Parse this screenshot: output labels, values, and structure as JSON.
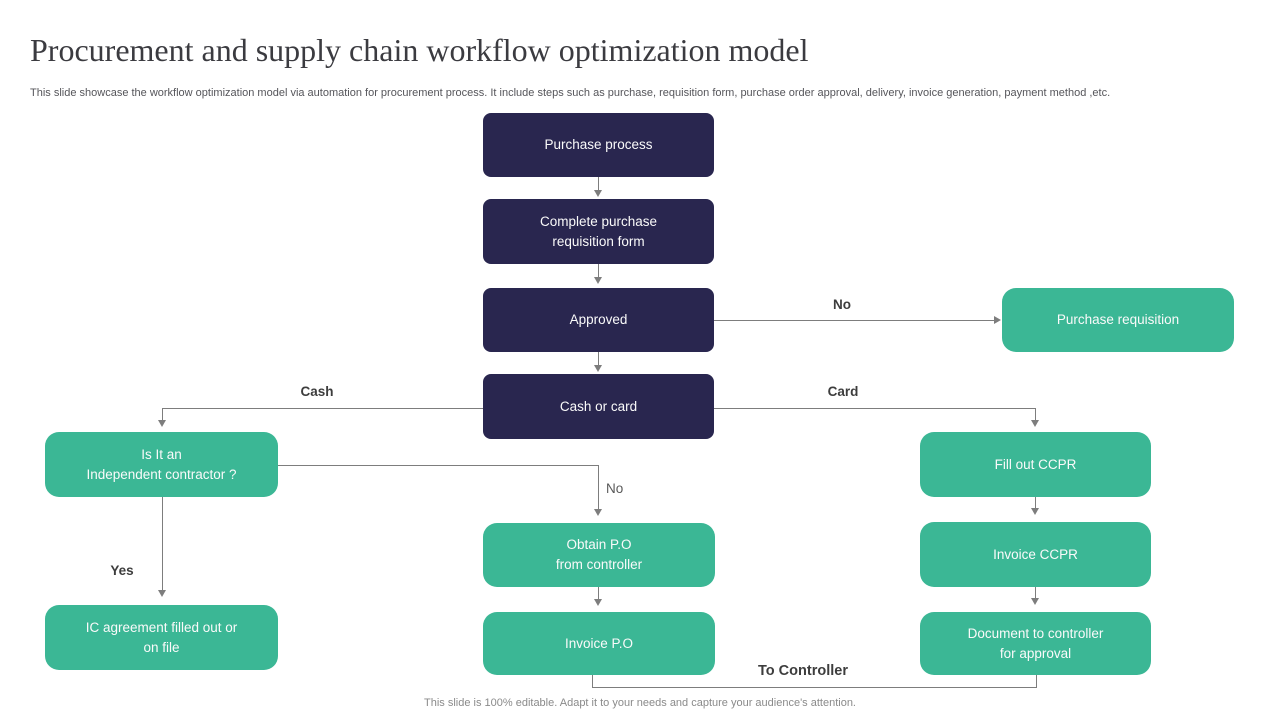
{
  "slide": {
    "title": "Procurement and supply chain workflow optimization model",
    "subtitle": "This slide showcase the workflow optimization model via automation for procurement process. It include steps such as purchase, requisition form, purchase order approval, delivery, invoice generation, payment method ,etc.",
    "footer": "This slide is 100% editable. Adapt it to your needs and capture your audience's attention."
  },
  "flowchart": {
    "colors": {
      "decision_box": "#29264F",
      "action_box": "#3BB795",
      "connector": "#7D7D7D",
      "edge_label": "#3D3D3D"
    },
    "nodes": {
      "purchase_process": {
        "label": "Purchase process"
      },
      "complete_purchase": {
        "line1": "Complete purchase",
        "line2": "requisition form"
      },
      "approved": {
        "label": "Approved"
      },
      "purchase_requisition": {
        "label": "Purchase requisition"
      },
      "cash_or_card": {
        "label": "Cash or card"
      },
      "independent_contractor": {
        "line1": "Is It an",
        "line2": "Independent contractor ?"
      },
      "fill_out_ccpr": {
        "label": "Fill out CCPR"
      },
      "obtain_po": {
        "line1": "Obtain P.O",
        "line2": "from controller"
      },
      "invoice_ccpr": {
        "label": "Invoice CCPR"
      },
      "invoice_po": {
        "label": "Invoice P.O"
      },
      "ic_agreement": {
        "line1": "IC agreement filled out or",
        "line2": "on file"
      },
      "document_to_controller": {
        "line1": "Document to controller",
        "line2": "for approval"
      }
    },
    "edge_labels": {
      "approved_no": "No",
      "cash": "Cash",
      "card": "Card",
      "contractor_yes": "Yes",
      "contractor_no": "No",
      "to_controller": "To Controller"
    }
  }
}
